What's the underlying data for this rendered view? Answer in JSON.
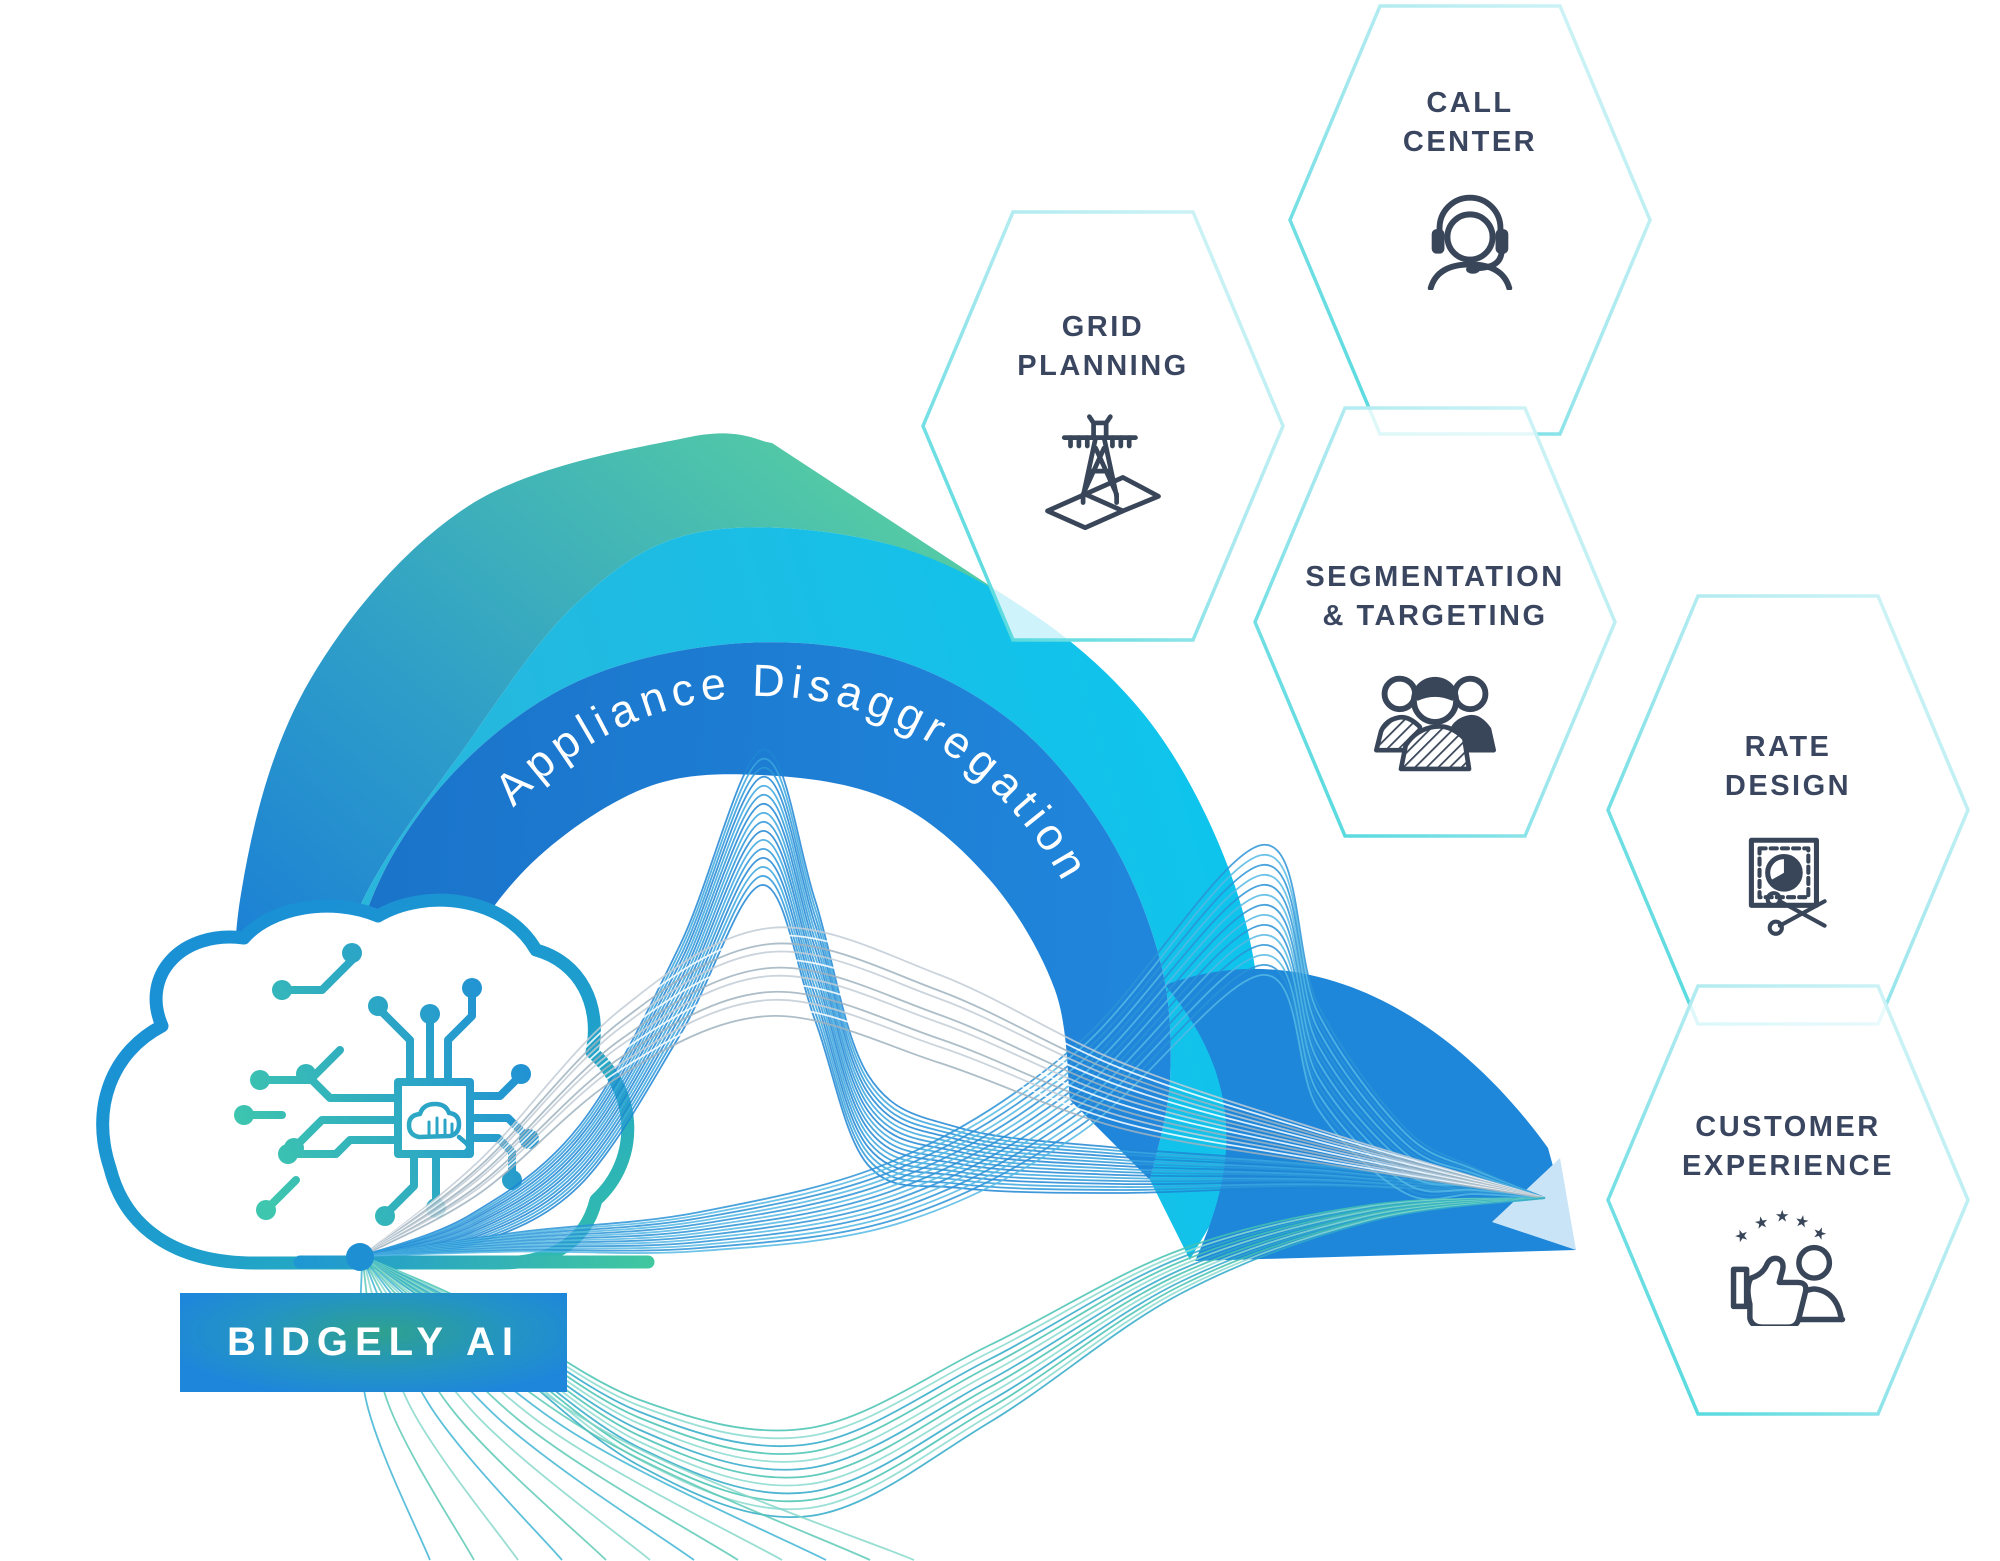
{
  "diagram": {
    "center_arc": {
      "label": "Appliance Disaggregation"
    },
    "source": {
      "label": "BIDGELY AI",
      "icon": "ai-cloud-brain-icon"
    },
    "hexagons": [
      {
        "id": "call-center",
        "line1": "CALL",
        "line2": "CENTER",
        "icon": "headset-icon"
      },
      {
        "id": "grid-planning",
        "line1": "GRID",
        "line2": "PLANNING",
        "icon": "transmission-tower-icon"
      },
      {
        "id": "segmentation-targeting",
        "line1": "SEGMENTATION",
        "line2": "& TARGETING",
        "icon": "customer-segments-icon"
      },
      {
        "id": "rate-design",
        "line1": "RATE",
        "line2": "DESIGN",
        "icon": "rate-plan-scissors-icon"
      },
      {
        "id": "customer-experience",
        "line1": "CUSTOMER",
        "line2": "EXPERIENCE",
        "icon": "thumbs-up-customer-icon"
      }
    ],
    "colors": {
      "brand_blue": "#1e86db",
      "cyan": "#0fc4ec",
      "teal_green": "#52c9a6",
      "navy": "#3a4660",
      "hexagon_border": "#9fe8ee",
      "white": "#ffffff"
    }
  }
}
